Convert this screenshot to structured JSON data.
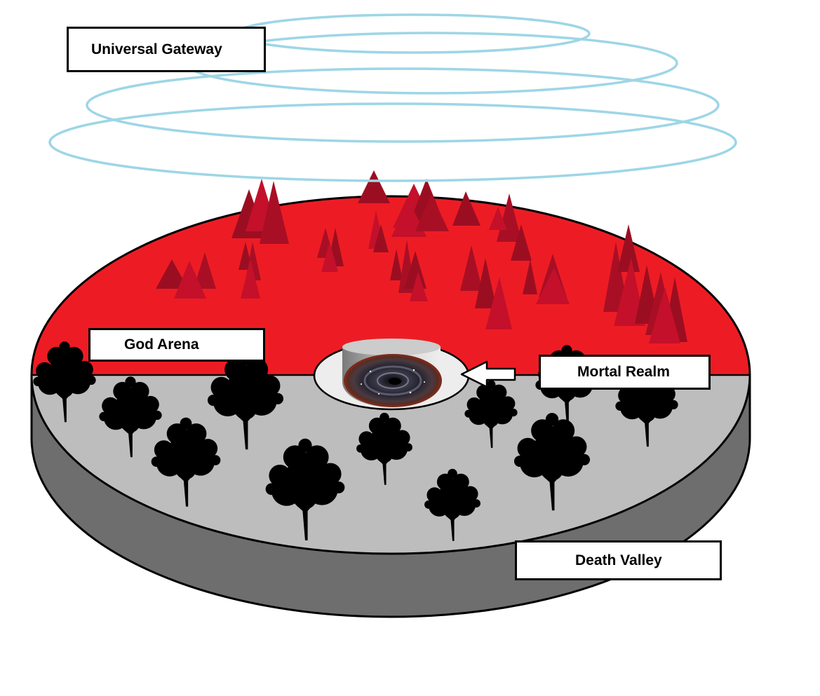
{
  "diagram": {
    "labels": {
      "universal_gateway": "Universal Gateway",
      "god_arena": "God Arena",
      "mortal_realm": "Mortal Realm",
      "death_valley": "Death Valley"
    },
    "colors": {
      "red_region": "#ed1c24",
      "grey_region": "#bdbdbd",
      "disc_side": "#6e6e6e",
      "gateway_rings": "#9dd6e6",
      "crystal_dark": "#9b0e22",
      "crystal_light": "#c4102a",
      "tree": "#000000",
      "portal_core": "#1c1c28"
    },
    "icons": [
      "red-crystal-spike-icon",
      "black-tree-icon",
      "arrow-left-icon",
      "galaxy-portal-icon"
    ]
  }
}
